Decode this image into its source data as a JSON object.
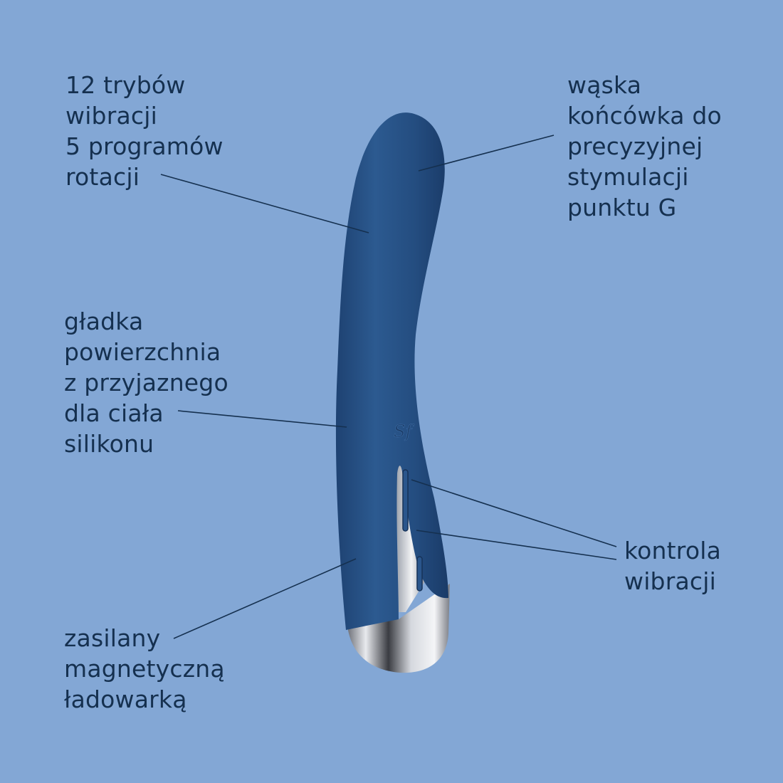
{
  "callouts": {
    "modes": {
      "lines": [
        "12 trybów",
        "wibracji",
        "5 programów",
        "rotacji"
      ]
    },
    "tip": {
      "lines": [
        "wąska",
        "końcówka do",
        "precyzyjnej",
        "stymulacji",
        "punktu G"
      ]
    },
    "surface": {
      "lines": [
        "gładka",
        "powierzchnia",
        "z przyjaznego",
        "dla ciała",
        "silikonu"
      ]
    },
    "charge": {
      "lines": [
        "zasilany",
        "magnetyczną",
        "ładowarką"
      ]
    },
    "control": {
      "lines": [
        "kontrola",
        "wibracji"
      ]
    }
  },
  "product": {
    "logo": "Sf"
  },
  "colors": {
    "background": "#83a7d5",
    "text": "#15304f",
    "product_body": "#254e80",
    "chrome": "#c8ccd4"
  }
}
